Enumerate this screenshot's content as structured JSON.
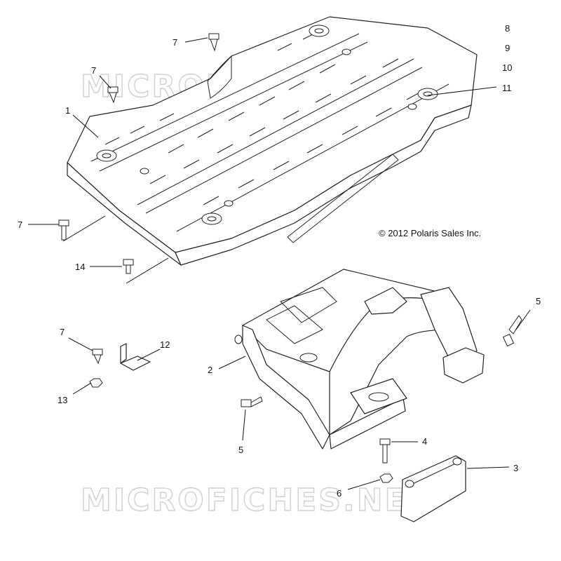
{
  "watermarks": [
    "MICROFICHES.NET",
    "MICROFICHES.NET"
  ],
  "copyright": "© 2012 Polaris Sales Inc.",
  "callouts": [
    "1",
    "7",
    "7",
    "7",
    "14",
    "8",
    "9",
    "10",
    "11",
    "7",
    "12",
    "13",
    "2",
    "5",
    "5",
    "4",
    "6",
    "3"
  ]
}
